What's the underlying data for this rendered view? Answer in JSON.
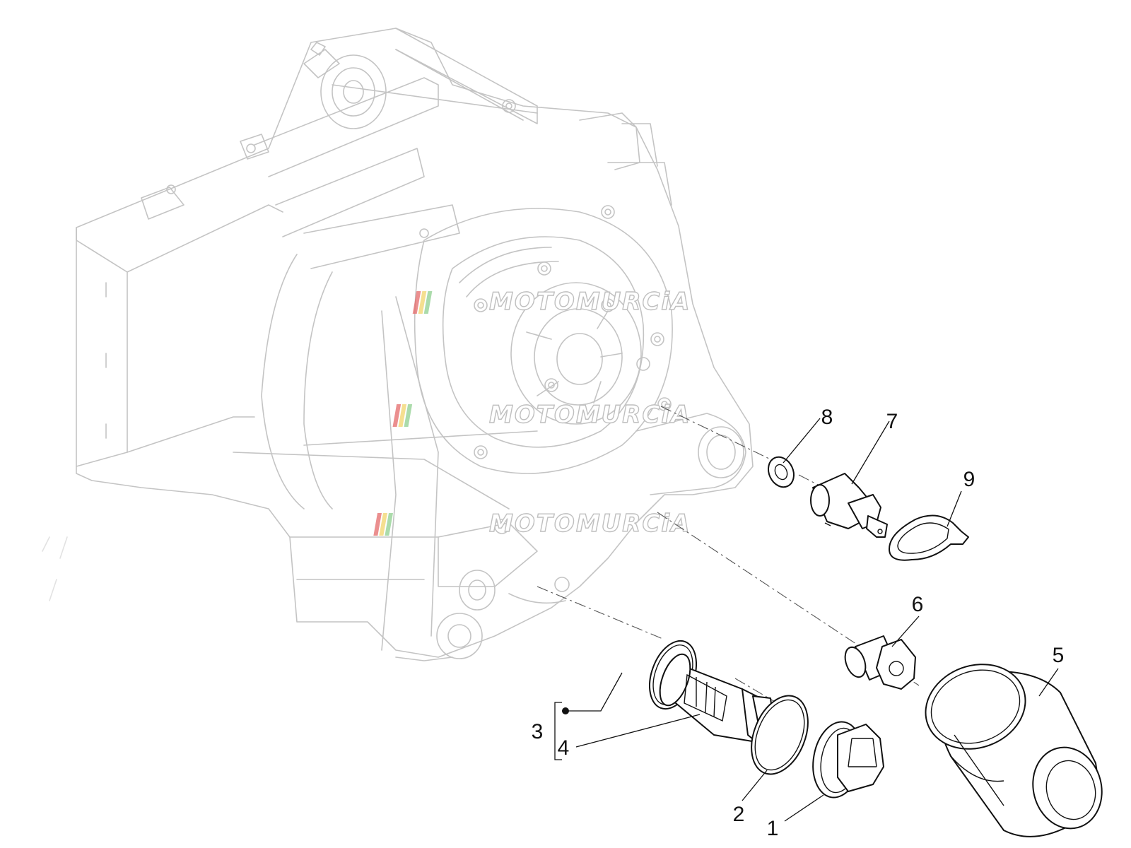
{
  "watermark": {
    "text": "MOTOMURCiA",
    "stripe_colors": [
      "#e46a6a",
      "#f2d46b",
      "#8fcf8f"
    ]
  },
  "callouts": [
    "1",
    "2",
    "3",
    "4",
    "5",
    "6",
    "7",
    "8",
    "9"
  ],
  "colors": {
    "background": "#ffffff",
    "ghost_line": "#c4c4c4",
    "part_line": "#111111"
  }
}
